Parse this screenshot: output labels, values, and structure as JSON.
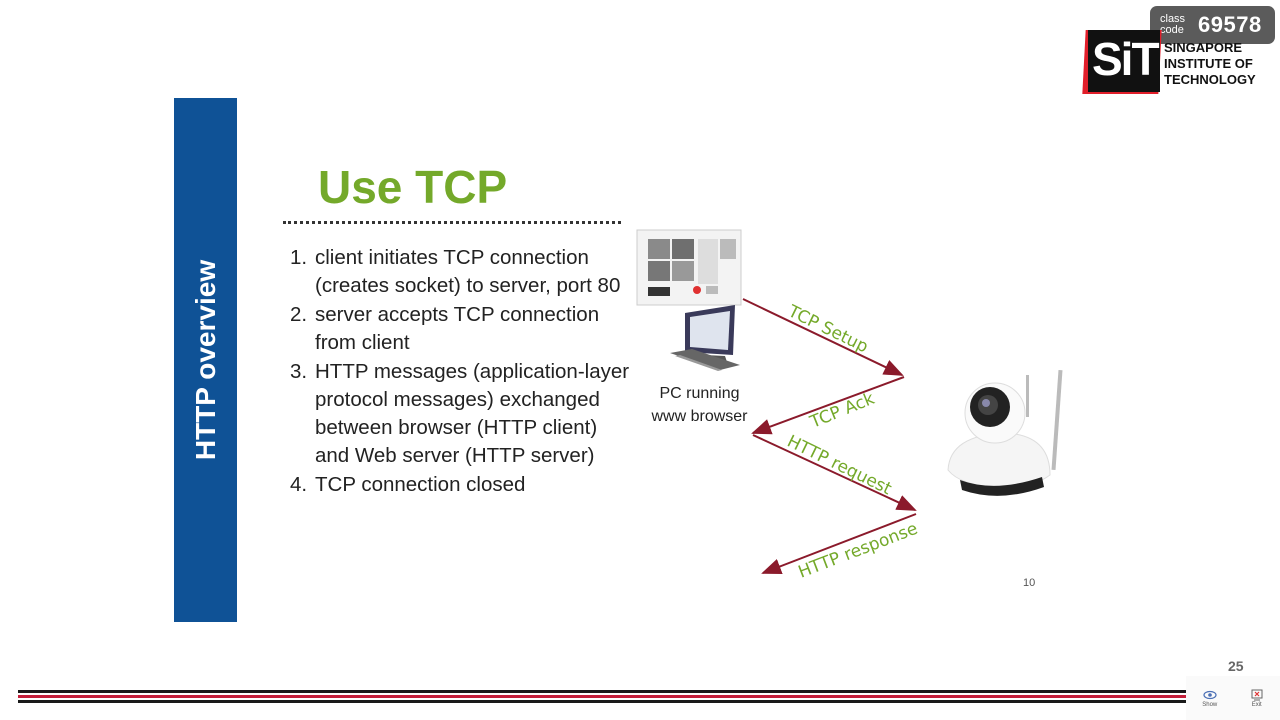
{
  "badge": {
    "label_line1": "class",
    "label_line2": "code",
    "code": "69578"
  },
  "logo": {
    "letters": "SiT",
    "line1": "SINGAPORE",
    "line2": "INSTITUTE OF",
    "line3": "TECHNOLOGY",
    "accent_color": "#e11e2a"
  },
  "sidebar": {
    "title": "HTTP overview",
    "color": "#0f5296"
  },
  "slide": {
    "title": "Use TCP",
    "title_color": "#74a92a",
    "steps": [
      {
        "num": "1.",
        "text": "client initiates TCP connection (creates socket) to server, port 80"
      },
      {
        "num": "2.",
        "text": "server accepts TCP connection from client"
      },
      {
        "num": "3.",
        "text": "HTTP messages (application-layer protocol messages) exchanged between browser (HTTP client) and Web server (HTTP server)"
      },
      {
        "num": "4.",
        "text": "TCP connection closed"
      }
    ]
  },
  "diagram": {
    "client_label_line1": "PC running",
    "client_label_line2": "www browser",
    "arrows": [
      {
        "label": "TCP Setup"
      },
      {
        "label": "TCP Ack"
      },
      {
        "label": "HTTP request"
      },
      {
        "label": "HTTP response"
      }
    ],
    "arrow_color": "#8b1a2b",
    "label_color": "#74a92a"
  },
  "footer": {
    "inner_page": "10",
    "page": "25",
    "controls": [
      {
        "label": "Show",
        "icon": "eye-icon"
      },
      {
        "label": "Exit",
        "icon": "exit-icon"
      }
    ]
  }
}
